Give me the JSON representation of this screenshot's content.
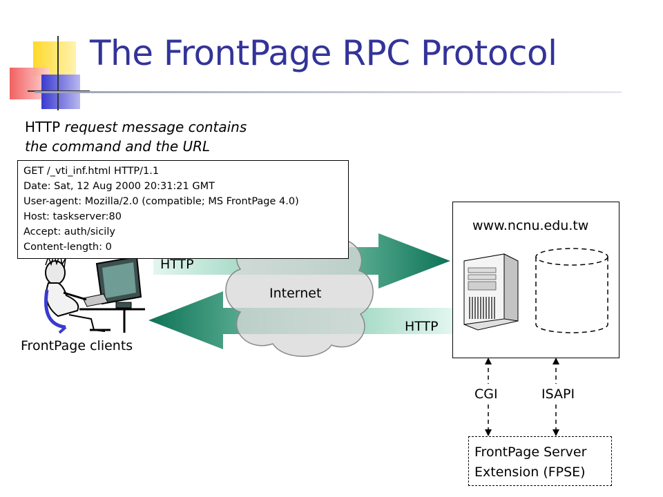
{
  "slide": {
    "title": "The FrontPage RPC Protocol"
  },
  "request": {
    "caption_plain": "HTTP ",
    "caption_italic_1": "request message contains",
    "caption_italic_2": "the command and the URL",
    "lines": [
      "GET /_vti_inf.html HTTP/1.1",
      "Date: Sat, 12 Aug 2000 20:31:21 GMT",
      "User-agent: Mozilla/2.0 (compatible; MS FrontPage 4.0)",
      "Host: taskserver:80",
      "Accept: auth/sicily",
      "Content-length: 0"
    ]
  },
  "labels": {
    "http_top": "HTTP",
    "http_bottom": "HTTP",
    "internet": "Internet",
    "clients": "FrontPage clients",
    "server_host": "www.ncnu.edu.tw",
    "cgi": "CGI",
    "isapi": "ISAPI",
    "fpse_line1": "FrontPage Server",
    "fpse_line2": "Extension (FPSE)"
  },
  "colors": {
    "title": "#33339a",
    "arrow_dark": "#0d7256",
    "arrow_light": "#d8f2ea",
    "cloud": "#d9d9d9",
    "deco_yellow": "#ffd92a",
    "deco_blue": "#3a3ad0",
    "deco_red": "#f05050"
  }
}
